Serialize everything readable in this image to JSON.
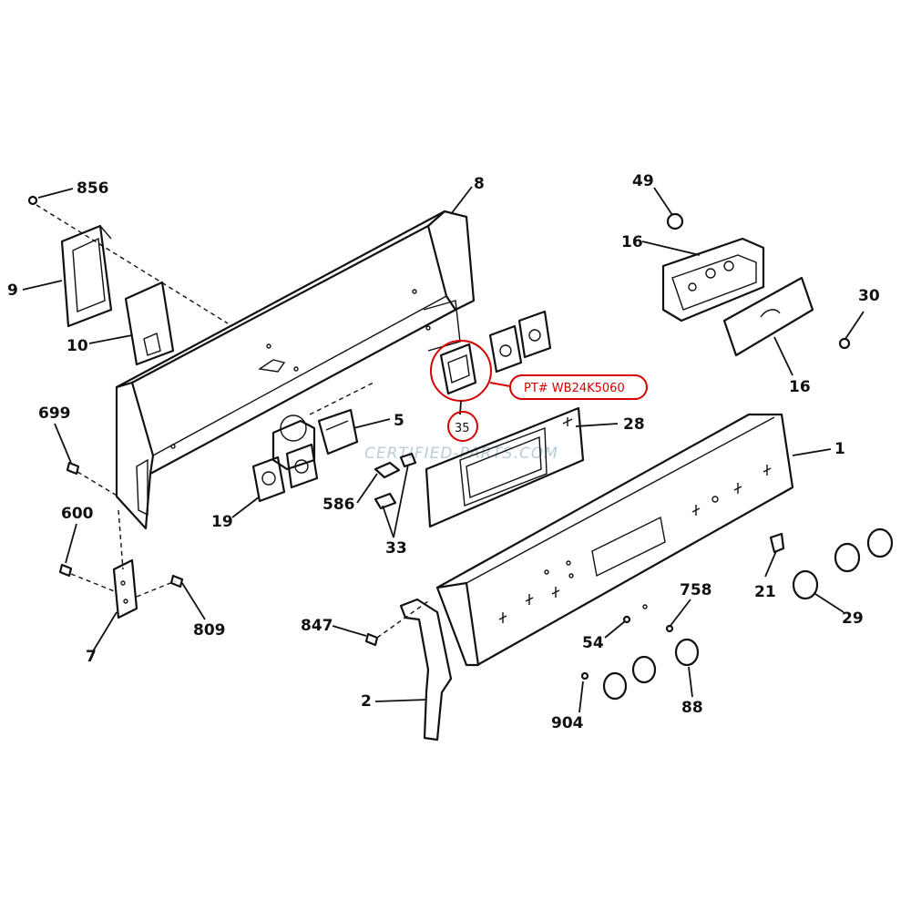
{
  "callouts": {
    "c856": "856",
    "c8": "8",
    "c9": "9",
    "c10a": "10",
    "c699": "699",
    "c600": "600",
    "c7": "7",
    "c809": "809",
    "c5": "5",
    "c19": "19",
    "c586": "586",
    "c33": "33",
    "c35": "35",
    "c28": "28",
    "c49": "49",
    "c16a": "16",
    "c16b": "16",
    "c30": "30",
    "c1": "1",
    "c21": "21",
    "c29": "29",
    "c758": "758",
    "c54": "54",
    "c88": "88",
    "c904": "904",
    "c847": "847",
    "c2": "2"
  },
  "highlight": {
    "part_number": "PT# WB24K5060",
    "color": "#d40000"
  },
  "watermark": "CERTIFIED-PARTS.COM"
}
